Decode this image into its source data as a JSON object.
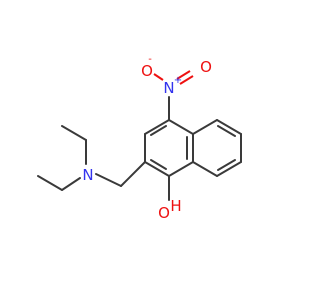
{
  "molecule": {
    "atoms": {
      "nitro_n": {
        "symbol": "N",
        "charge": "+",
        "color": "#3333ee"
      },
      "nitro_o_minus": {
        "symbol": "O",
        "charge": "-",
        "color": "#ee1111"
      },
      "nitro_o_double": {
        "symbol": "O",
        "color": "#ee1111"
      },
      "amine_n": {
        "symbol": "N",
        "color": "#3333ee"
      },
      "hydroxyl_o": {
        "symbol": "O",
        "color": "#ee1111"
      },
      "hydroxyl_h": {
        "symbol": "H",
        "color": "#ee1111"
      }
    },
    "bond_color": "#3a3a3a"
  }
}
